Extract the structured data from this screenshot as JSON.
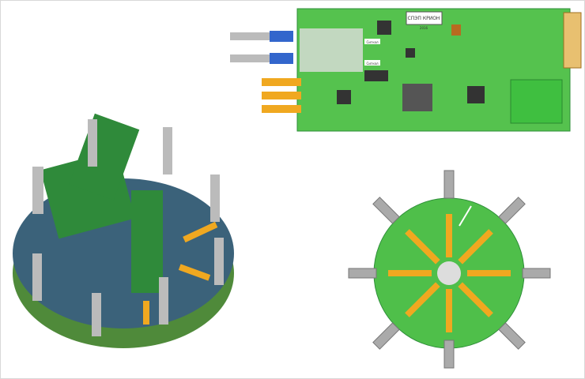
{
  "board_label": "СПЭП КРИОН",
  "board_sublabel": "2016",
  "connector_labels": [
    "Сигнал",
    "Сигнал"
  ],
  "colors": {
    "pcb": "#4fbf4a",
    "pcb_dark": "#2f8f3a",
    "gold": "#f0a820",
    "base": "#3a5f73",
    "ring": "#5a9a40"
  }
}
